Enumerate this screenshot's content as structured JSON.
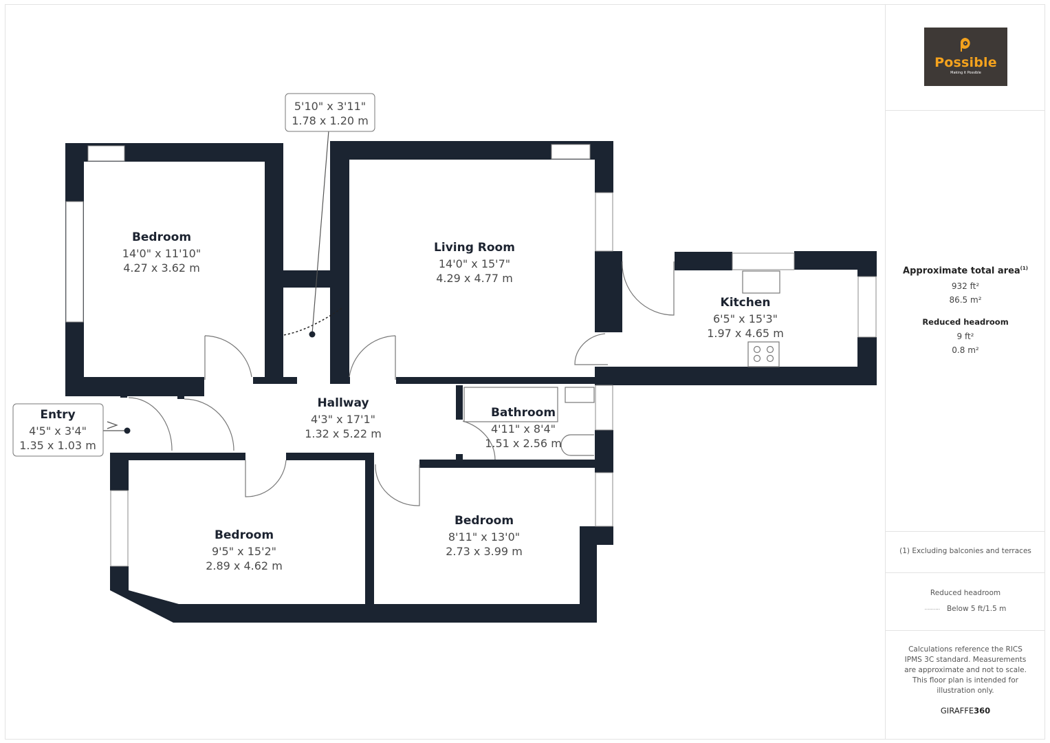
{
  "brand": {
    "name": "Possible",
    "tagline": "Making it Possible",
    "bg_color": "#3e3936",
    "accent_color": "#f4a21d"
  },
  "floor_plan": {
    "wall_color": "#1b2431",
    "rooms": [
      {
        "name": "Bedroom",
        "imperial": "14'0\" x 11'10\"",
        "metric": "4.27 x 3.62 m"
      },
      {
        "name": "Living Room",
        "imperial": "14'0\" x 15'7\"",
        "metric": "4.29 x 4.77 m"
      },
      {
        "name": "Kitchen",
        "imperial": "6'5\" x 15'3\"",
        "metric": "1.97 x 4.65 m"
      },
      {
        "name": "Hallway",
        "imperial": "4'3\" x 17'1\"",
        "metric": "1.32 x 5.22 m"
      },
      {
        "name": "Bathroom",
        "imperial": "4'11\" x 8'4\"",
        "metric": "1.51 x 2.56 m"
      },
      {
        "name": "Bedroom",
        "imperial": "9'5\" x 15'2\"",
        "metric": "2.89 x 4.62 m"
      },
      {
        "name": "Bedroom",
        "imperial": "8'11\" x 13'0\"",
        "metric": "2.73 x 3.99 m"
      }
    ],
    "callouts": [
      {
        "name": "Entry",
        "imperial": "4'5\" x 3'4\"",
        "metric": "1.35 x 1.03 m"
      },
      {
        "name": "",
        "imperial": "5'10\" x 3'11\"",
        "metric": "1.78 x 1.20 m"
      }
    ]
  },
  "sidebar": {
    "total_area_title": "Approximate total area",
    "total_area_note_ref": "(1)",
    "total_area_ft": "932 ft²",
    "total_area_m": "86.5 m²",
    "reduced_headroom_title": "Reduced headroom",
    "reduced_headroom_ft": "9 ft²",
    "reduced_headroom_m": "0.8 m²",
    "footnote": "(1) Excluding balconies and terraces",
    "legend_title": "Reduced headroom",
    "legend_line": "··········",
    "legend_text": "Below 5 ft/1.5 m",
    "disclaimer": "Calculations reference the RICS IPMS 3C standard. Measurements are approximate and not to scale. This floor plan is intended for illustration only.",
    "credit_light": "GIRAFFE",
    "credit_bold": "360"
  }
}
